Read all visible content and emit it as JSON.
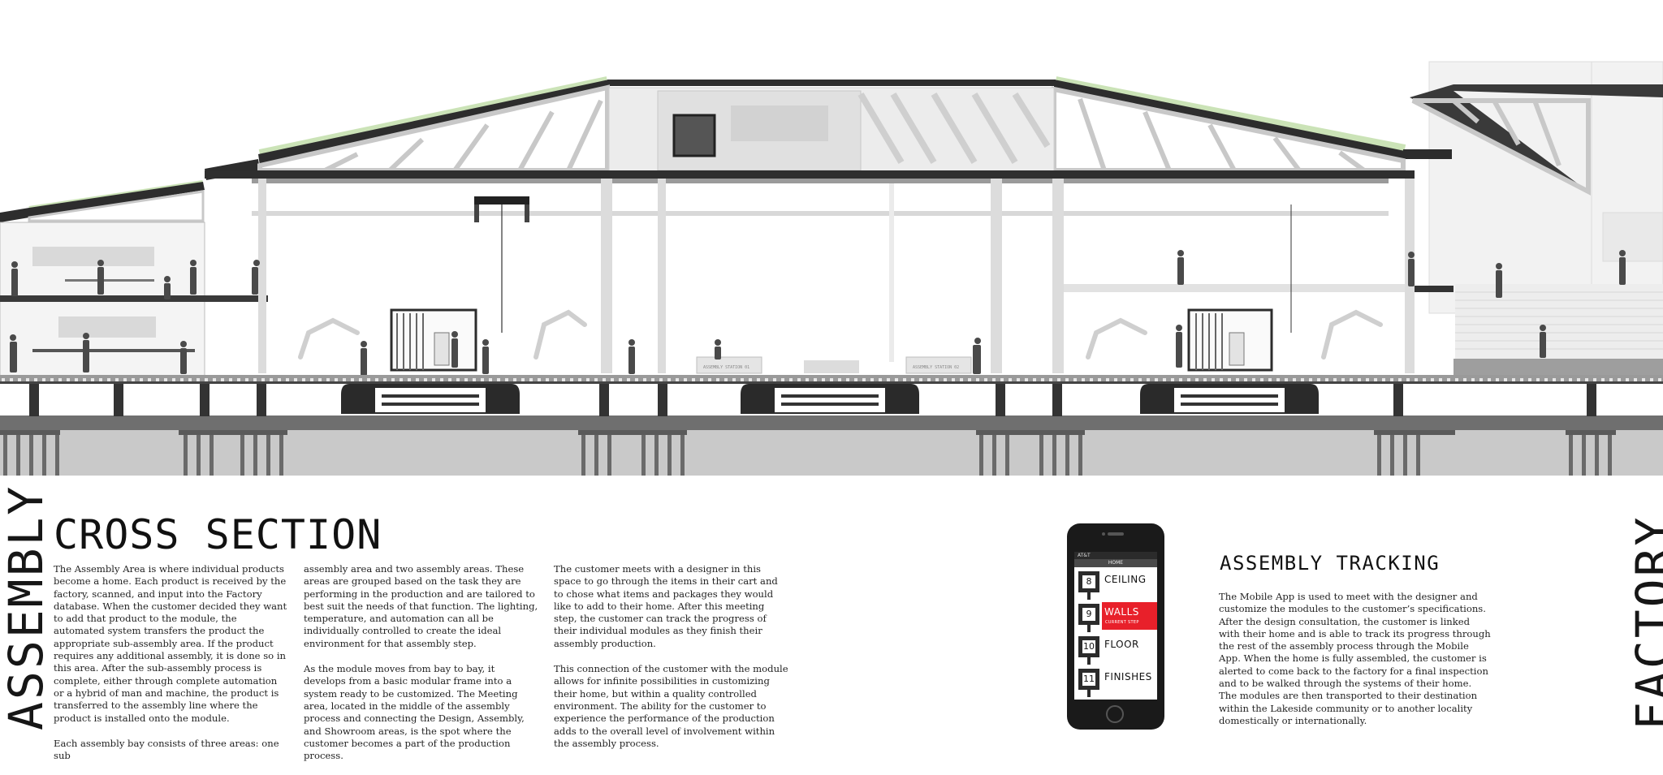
{
  "side_labels": {
    "left": "ASSEMBLY",
    "right": "FACTORY"
  },
  "title": "CROSS SECTION",
  "section_labels": {
    "station_a": "ASSEMBLY STATION 01",
    "station_b": "ASSEMBLY STATION 02"
  },
  "columns": {
    "col1": {
      "p1": "The Assembly Area is where individual products become a home. Each product is received by the factory, scanned, and input into the Factory database. When the customer decided they want to add that product to the module, the automated system transfers the product the appropriate sub-assembly area. If the product requires any additional assembly, it is done so in this area. After the sub-assembly process is complete, either through complete automation or a hybrid of man and machine, the product is transferred to the assembly line where the product is installed onto the module.",
      "p2": "Each assembly bay consists of three areas: one sub"
    },
    "col2": {
      "p1": "assembly area and two assembly areas. These areas are grouped based on the task they are performing in the production and are tailored to best suit the needs of that function. The lighting, temperature, and automation can all be individually controlled to create the ideal environment for that assembly step.",
      "p2": "As the module moves from bay to bay, it develops from a basic modular frame into a system ready to be customized. The Meeting area, located in the middle of the assembly process and connecting the Design, Assembly, and Showroom areas, is the spot where the customer becomes a part of the production process."
    },
    "col3": {
      "p1": "The customer meets with a designer in this space to go through the items in their cart and to chose what items and packages they would like to add to their home. After this meeting step, the customer can track the progress of their individual modules as they finish their assembly production.",
      "p2": "This connection of the customer with the module allows for infinite possibilities in customizing their home, but within a quality controlled environment. The ability for the customer to experience the performance of the production adds to the overall level of involvement within the assembly process."
    }
  },
  "phone": {
    "status": "AT&T",
    "screen_title": "HOME",
    "items": [
      {
        "num": "8",
        "label": "CEILING"
      },
      {
        "num": "9",
        "label": "WALLS",
        "sub": "CURRENT STEP"
      },
      {
        "num": "10",
        "label": "FLOOR"
      },
      {
        "num": "11",
        "label": "FINISHES"
      }
    ],
    "accent": "#e8202a"
  },
  "assembly_tracking": {
    "title": "ASSEMBLY TRACKING",
    "text": "The Mobile App is used to meet with the designer and customize the modules to the customer’s specifications. After the design consultation, the customer is linked with their home and is able to track its progress through the rest of the assembly process through the Mobile App. When the home is fully assembled, the customer is alerted to come back to the factory for a final inspection and to be walked through the systems of their home. The modules are then transported to their destination within the Lakeside community or to another locality domestically or internationally."
  }
}
